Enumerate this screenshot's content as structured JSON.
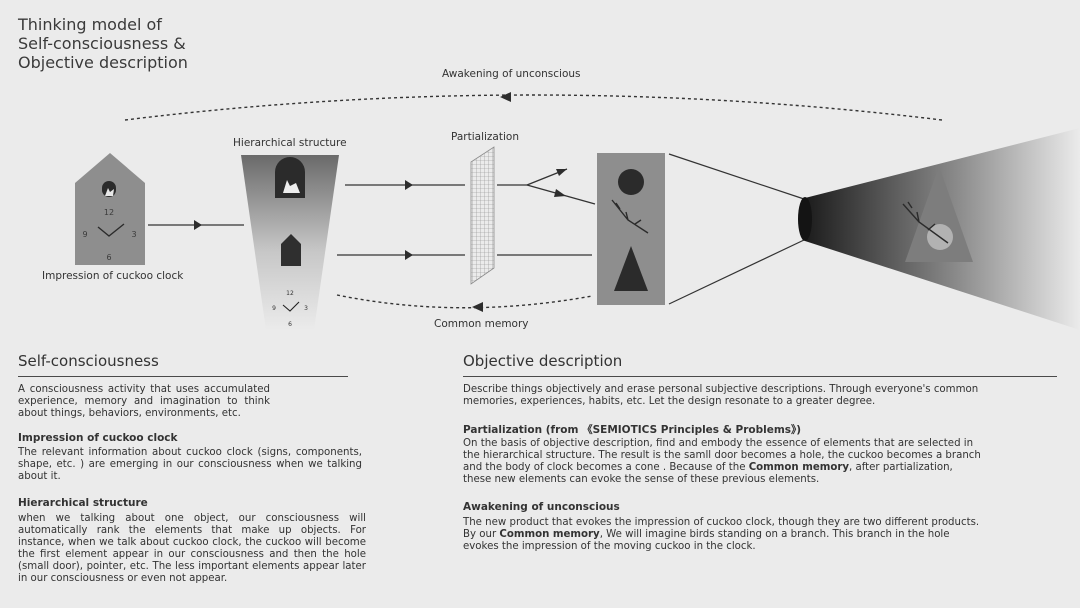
{
  "title": "Thinking model of\nSelf-consciousness &\nObjective description",
  "diagram": {
    "awakening_label": "Awakening of unconscious",
    "hierarchical_label": "Hierarchical structure",
    "partialization_label": "Partialization",
    "impression_label": "Impression of cuckoo clock",
    "common_memory_label": "Common memory",
    "clock_numbers": [
      "12",
      "3",
      "6",
      "9"
    ]
  },
  "left": {
    "heading": "Self-consciousness",
    "intro": "A consciousness activity that uses accumulated experience, memory and imagination to think about things, behaviors, environments, etc.",
    "sub1_title": "Impression of cuckoo clock",
    "sub1_text": "The relevant information about cuckoo clock (signs, components, shape, etc. ) are emerging in our consciousness when we talking about it.",
    "sub2_title": "Hierarchical structure",
    "sub2_text": "when we talking about one object, our consciousness will automatically rank the elements that make up objects. For instance, when we talk about cuckoo clock, the cuckoo will become the first element appear in our consciousness and then the hole (small door), pointer, etc. The less important elements appear later in our consciousness or even not appear."
  },
  "right": {
    "heading": "Objective description",
    "intro": "Describe things objectively and erase personal subjective descriptions. Through everyone's common memories, experiences, habits, etc. Let the design resonate to a greater degree.",
    "sub1_title": "Partialization (from 《SEMIOTICS Principles & Problems》)",
    "sub1_text_a": "On the basis of objective description, find and embody the essence of elements that are selected in the hierarchical structure. The result is the samll door becomes a hole, the cuckoo becomes a branch and the body of clock becomes a cone . Because of the ",
    "sub1_bold": "Common memory",
    "sub1_text_b": ", after partialization, these new elements can evoke the sense of these previous elements.",
    "sub2_title": "Awakening of unconscious",
    "sub2_text_a": "The new product that evokes the impression of cuckoo clock, though they are two different products. By our ",
    "sub2_bold": "Common memory",
    "sub2_text_b": ", We will imagine birds standing on a branch. This branch in the hole evokes the impression of the moving cuckoo in the clock."
  }
}
